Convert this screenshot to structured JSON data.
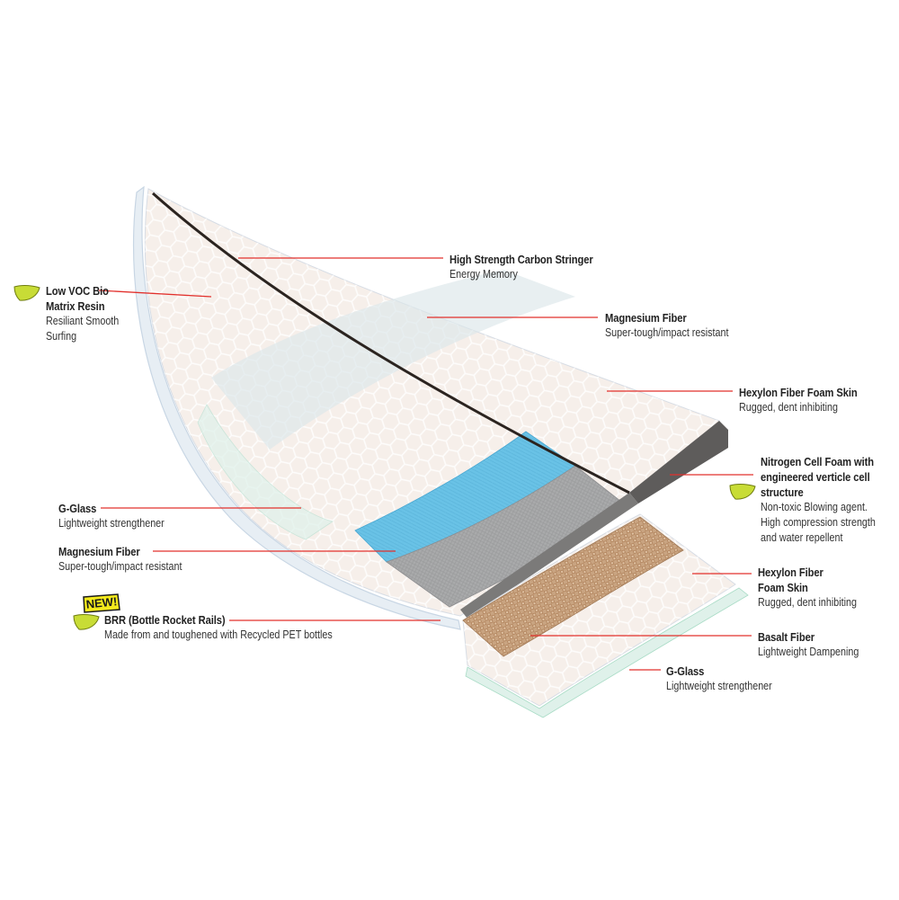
{
  "colors": {
    "leader": "#e2302c",
    "eco_leaf": "#c8dc36",
    "eco_leaf_stroke": "#6f7d10",
    "badge_fill": "#f4ea1c",
    "badge_text": "#1a1a1a",
    "foam_skin": "#f6efea",
    "magnesium": "#dbe6ea",
    "blue_foam": "#69c2e6",
    "grey_foam": "#a9aaab",
    "basalt": "#c9a481",
    "glass": "#dff1ea",
    "stringer": "#2b2420",
    "rail": "#e7eef4"
  },
  "badge": {
    "label": "NEW!"
  },
  "callouts": [
    {
      "id": "carbon-stringer",
      "title_lines": [
        "High Strength Carbon Stringer"
      ],
      "desc_lines": [
        "Energy Memory"
      ],
      "eco": false
    },
    {
      "id": "low-voc-resin",
      "title_lines": [
        "Low VOC Bio",
        "Matrix Resin"
      ],
      "desc_lines": [
        "Resiliant Smooth",
        "Surfing"
      ],
      "eco": true
    },
    {
      "id": "magnesium-top",
      "title_lines": [
        "Magnesium Fiber"
      ],
      "desc_lines": [
        "Super-tough/impact resistant"
      ],
      "eco": false
    },
    {
      "id": "hexylon-top",
      "title_lines": [
        "Hexylon Fiber Foam Skin"
      ],
      "desc_lines": [
        "Rugged, dent inhibiting"
      ],
      "eco": false
    },
    {
      "id": "nitrogen-foam",
      "title_lines": [
        "Nitrogen Cell Foam with",
        "engineered verticle cell",
        "structure"
      ],
      "desc_lines": [
        "Non-toxic Blowing agent.",
        "High compression strength",
        "and water repellent"
      ],
      "eco": true
    },
    {
      "id": "g-glass-left",
      "title_lines": [
        "G-Glass"
      ],
      "desc_lines": [
        "Lightweight strengthener"
      ],
      "eco": false
    },
    {
      "id": "magnesium-left",
      "title_lines": [
        "Magnesium Fiber"
      ],
      "desc_lines": [
        "Super-tough/impact resistant"
      ],
      "eco": false
    },
    {
      "id": "hexylon-bottom",
      "title_lines": [
        "Hexylon Fiber",
        "Foam Skin"
      ],
      "desc_lines": [
        "Rugged, dent inhibiting"
      ],
      "eco": false
    },
    {
      "id": "brr-rails",
      "title_lines": [
        "BRR (Bottle Rocket Rails)"
      ],
      "desc_lines": [
        "Made from and toughened with Recycled PET bottles"
      ],
      "eco": true
    },
    {
      "id": "basalt-fiber",
      "title_lines": [
        "Basalt Fiber"
      ],
      "desc_lines": [
        "Lightweight Dampening"
      ],
      "eco": false
    },
    {
      "id": "g-glass-bottom",
      "title_lines": [
        "G-Glass"
      ],
      "desc_lines": [
        "Lightweight strengthener"
      ],
      "eco": false
    }
  ]
}
